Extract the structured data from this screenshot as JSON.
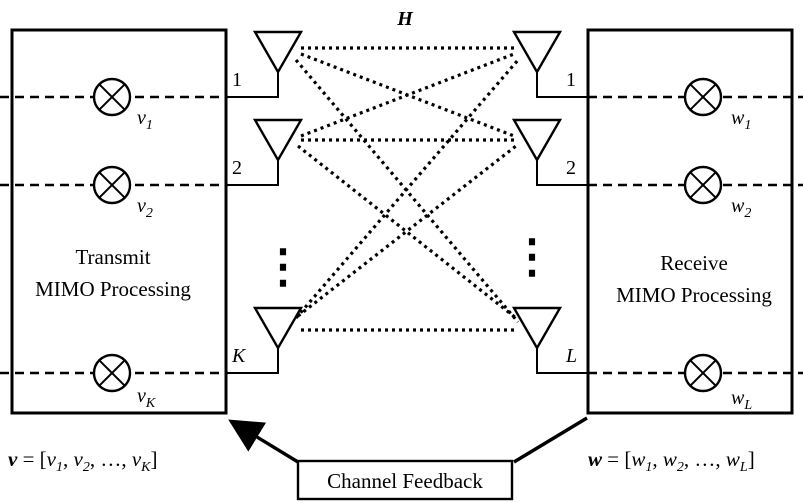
{
  "channel_label": "H",
  "transmitter": {
    "title_line1": "Transmit",
    "title_line2": "MIMO Processing",
    "weights": [
      {
        "base": "v",
        "sub": "1"
      },
      {
        "base": "v",
        "sub": "2"
      },
      {
        "base": "v",
        "sub": "K"
      }
    ],
    "antenna_labels": [
      "1",
      "2",
      "K"
    ],
    "vector": {
      "lhs": "v",
      "eq": " = [",
      "parts": [
        [
          "v",
          "1"
        ],
        [
          "v",
          "2"
        ],
        [
          "…",
          ""
        ],
        [
          "v",
          "K"
        ]
      ],
      "close": "]"
    }
  },
  "receiver": {
    "title_line1": "Receive",
    "title_line2": "MIMO Processing",
    "weights": [
      {
        "base": "w",
        "sub": "1"
      },
      {
        "base": "w",
        "sub": "2"
      },
      {
        "base": "w",
        "sub": "L"
      }
    ],
    "antenna_labels": [
      "1",
      "2",
      "L"
    ],
    "vector": {
      "lhs": "w",
      "eq": " = [",
      "parts": [
        [
          "w",
          "1"
        ],
        [
          "w",
          "2"
        ],
        [
          "…",
          ""
        ],
        [
          "w",
          "L"
        ]
      ],
      "close": "]"
    }
  },
  "feedback_label": "Channel Feedback",
  "ellipsis_glyph": "⋮"
}
